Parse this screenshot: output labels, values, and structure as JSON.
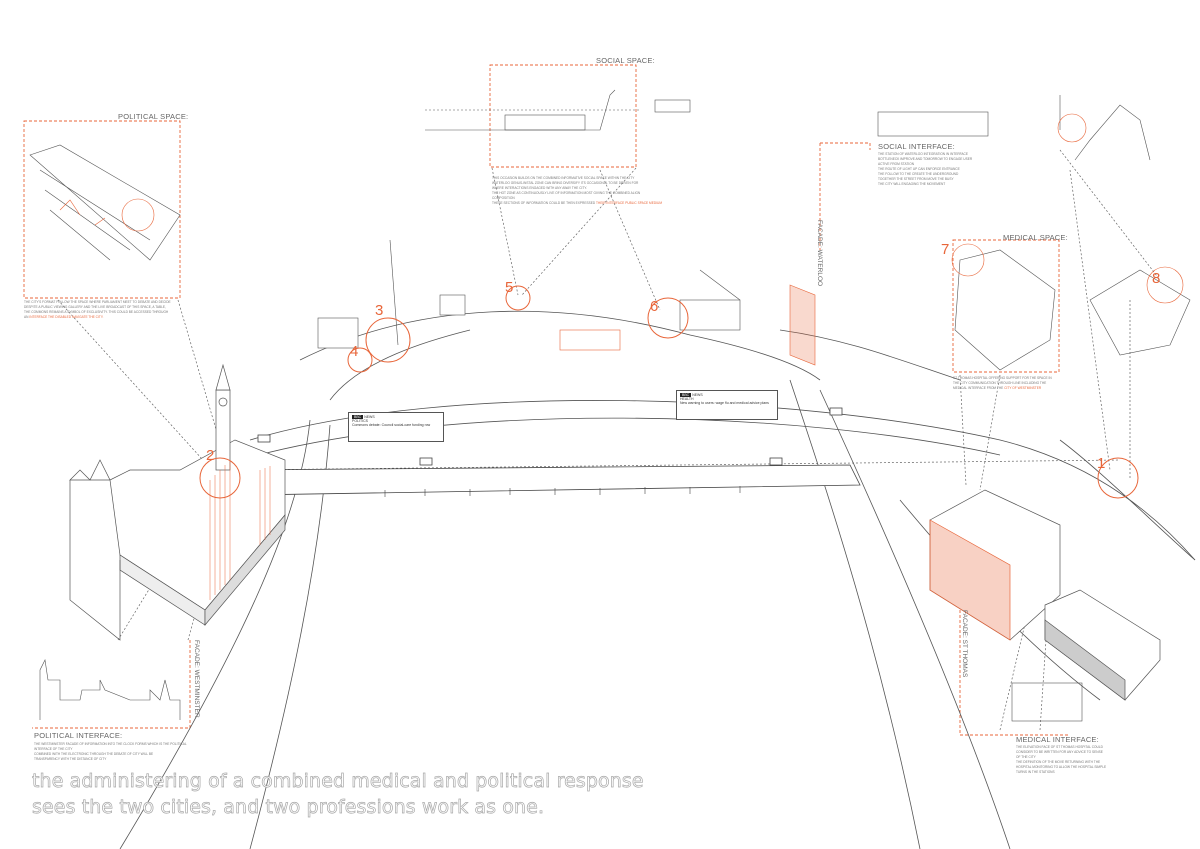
{
  "caption": {
    "line1": "the administering of a combined medical and political response",
    "line2": "sees the two cities, and two professions work as one."
  },
  "panels": {
    "political_space": {
      "title": "POLITICAL SPACE:",
      "text": [
        "THE CITY'S FORMAT FOLLOW THE SPACE WHERE PARLIAMENT MEET TO DEBATE AND DECIDE",
        "DESPITE A PUBLIC VIEWING GALLERY AND THE LIVE BROADCAST OF THIS SPACE, A TABLE,",
        "THE COMMONS REMAINS A SYMBOL OF EXCLUSIVITY. THIS COULD BE ACCESSED THROUGH",
        "AN"
      ],
      "highlight": "INTERFACE THE DISABLED NAVIGATE THE CITY."
    },
    "social_space": {
      "title": "SOCIAL SPACE:",
      "text": [
        "THIS OCCASION BUILDS ON THE COMBINED INFORMATIVE SOCIAL SPACE WITHIN THE CITY",
        "WATERLOO GENUS-INSTAL ZONE CAN BRING DIVERSIFY ITS OCCASIONAL TO BE DRIVEN FOR",
        "WHERE INTERACTIONS ENGAGED WITH ANY AWAY THE CITY.",
        "THE HOT ZONE AS CONTINUOUSLY LIVE OF INFORMATION MOST GIVING THE COMBINED ALIGN",
        "COMPOSITION",
        "THESE SECTIONS OF INFORMATION COULD BE THEN EXPRESSED"
      ],
      "highlight": "THEIR INTERFACE PUBLIC SPACE MEDIUM"
    },
    "social_interface": {
      "title": "SOCIAL INTERFACE:",
      "text": [
        "THE STATION OF WATERLOO INTEGRATION IN INTERFACE",
        "BOTTLENECK IMPROVE AND TOMORROW TO ENGAGE USER",
        "ACTIVE FROM STATION",
        "THE ROUTE OF LIGHT UP CAN ENFORCE ENTRANCE",
        "THE FOLLOW TO THE CREATE THE UNDERGROUND",
        "TOGETHER THE STREET FROM MOVE THE BUSY",
        "THE CITY WILL ENGAGING THE MOVEMENT"
      ]
    },
    "medical_space": {
      "title": "MEDICAL SPACE:",
      "text": [
        "ST THOMAS HOSPITAL OFFERING SUPPORT FOR THE SPACE IN",
        "THE CITY COMMUNICATION THROUGH LINE INCLUDING THE",
        "MEDICAL INTERFACE FROM THE"
      ],
      "highlight": "CITY OF WESTMINSTER"
    },
    "political_interface": {
      "title": "POLITICAL INTERFACE:",
      "text": [
        "THE WESTMINSTER FACADE OF INFORMATION INTO THE CLOCK FORMS WHICH IS THE POLITICAL",
        "INTERFACE OF THE CITY",
        "COMBINED WITH THE ELECTRONIC THROUGH THE DEBATE OF CITY WILL BE",
        "TRANSPARENCY WITH THE DISTANCE OF CITY"
      ]
    },
    "medical_interface": {
      "title": "MEDICAL INTERFACE:",
      "text": [
        "THE ELEVATION FACE OF ST THOMAS HOSPITAL COULD",
        "CONSIDER TO BE WRITTEN FOR ANY ADVICE TO SENSE",
        "OF THE CITY",
        "THE DEFINITION OF THE MOVE RETURNING WITH THE",
        "HOSPITAL MONITORING TO ALLOW THE HOSPITAL SIMPLE",
        "TURNS IN THE STATIONS"
      ]
    }
  },
  "facades": {
    "westminster": "FACADE: WESTMINSTER",
    "waterloo": "FACADE: WATERLOO",
    "st_thomas": "FACADE: ST THOMAS"
  },
  "numbers": [
    "1",
    "2",
    "3",
    "4",
    "5",
    "6",
    "7",
    "8"
  ],
  "banners": {
    "left": {
      "brand": "BBC",
      "tag": "NEWS",
      "section": "POLITICS",
      "headline": "Commons debate: Council social-care funding row"
    },
    "right": {
      "brand": "BBC",
      "tag": "NEWS",
      "section": "HEALTH",
      "headline": "New warning to users: wage flu and medical advice plans"
    }
  },
  "colors": {
    "accent": "#e8663a",
    "line": "#555555",
    "dash": "#777777"
  }
}
